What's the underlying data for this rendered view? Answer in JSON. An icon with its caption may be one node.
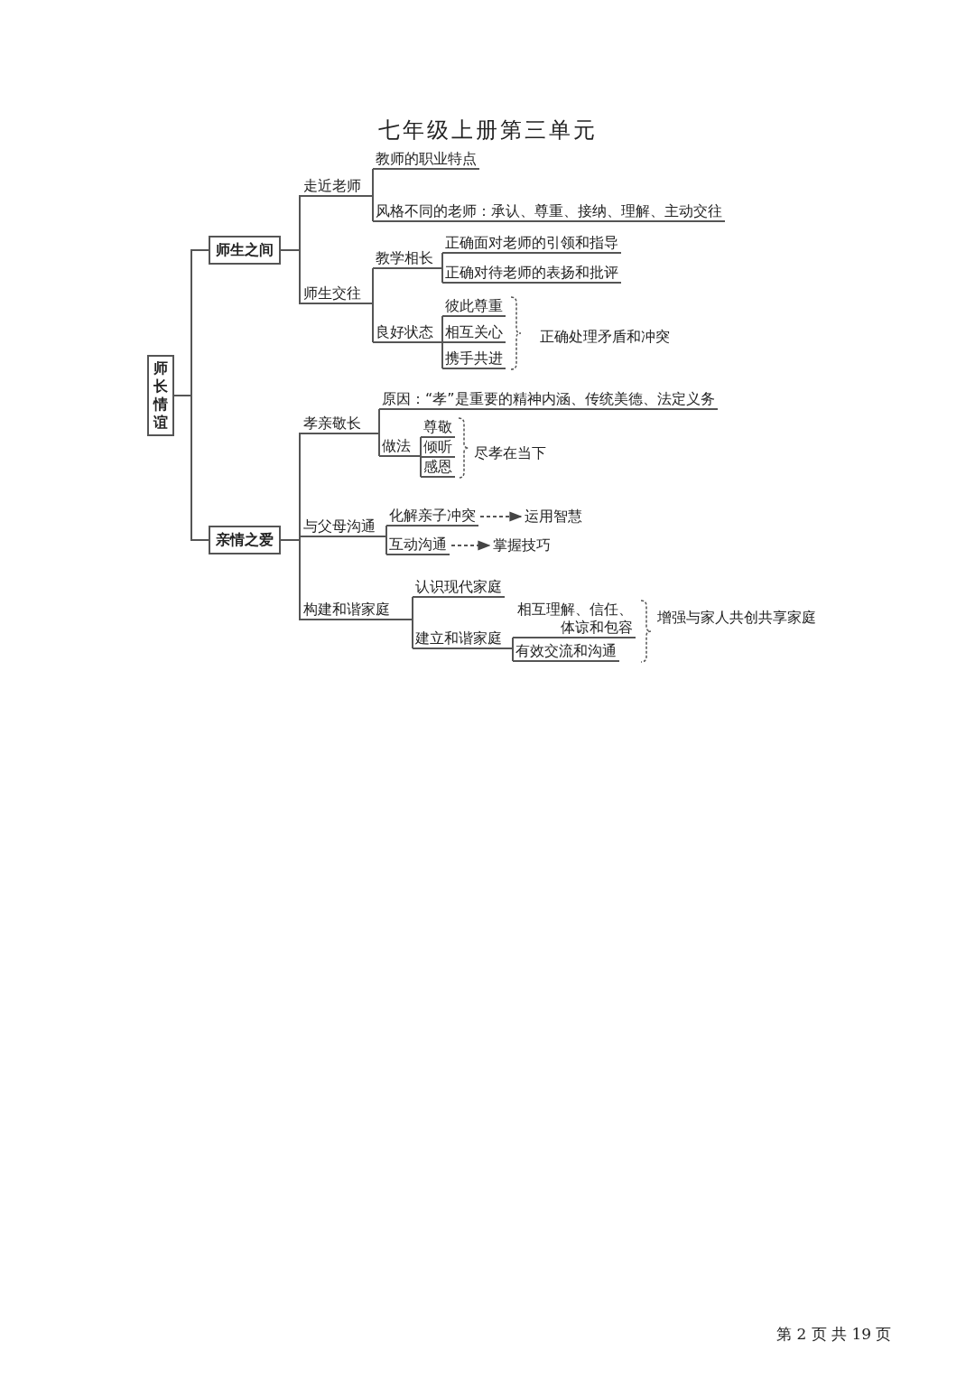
{
  "diagram": {
    "title": "七年级上册第三单元",
    "nodes": [
      {
        "text": [
          "师长情谊"
        ]
      },
      {
        "text": [
          "师生之间"
        ]
      },
      {
        "text": [
          "亲情之爱"
        ]
      },
      {
        "text": [
          "走近老师"
        ]
      },
      {
        "text": [
          "教师的职业特点"
        ]
      },
      {
        "text": [
          "风格不同的老师：承认、尊重、接纳、理解、主动交往"
        ]
      },
      {
        "text": [
          "师生交往"
        ]
      },
      {
        "text": [
          "教学相长"
        ]
      },
      {
        "text": [
          "正确面对老师的引领和指导"
        ]
      },
      {
        "text": [
          "正确对待老师的表扬和批评"
        ]
      },
      {
        "text": [
          "良好状态"
        ]
      },
      {
        "text": [
          "彼此尊重"
        ]
      },
      {
        "text": [
          "相互关心"
        ]
      },
      {
        "text": [
          "携手共进"
        ]
      },
      {
        "text": [
          "正确处理矛盾和冲突"
        ]
      },
      {
        "text": [
          "孝亲敬长"
        ]
      },
      {
        "text": [
          "原因：“孝”是重要的精神内涵、传统美德、法定义务"
        ]
      },
      {
        "text": [
          "做法"
        ]
      },
      {
        "text": [
          "尊敬"
        ]
      },
      {
        "text": [
          "倾听"
        ]
      },
      {
        "text": [
          "感恩"
        ]
      },
      {
        "text": [
          "尽孝在当下"
        ]
      },
      {
        "text": [
          "与父母沟通"
        ]
      },
      {
        "text": [
          "化解亲子冲突"
        ]
      },
      {
        "text": [
          "运用智慧"
        ]
      },
      {
        "text": [
          "互动沟通"
        ]
      },
      {
        "text": [
          "掌握技巧"
        ]
      },
      {
        "text": [
          "构建和谐家庭"
        ]
      },
      {
        "text": [
          "认识现代家庭"
        ]
      },
      {
        "text": [
          "建立和谐家庭"
        ]
      },
      {
        "text": [
          "相互理解、信任、体谅和包容"
        ]
      },
      {
        "text": [
          "有效交流和沟通"
        ]
      },
      {
        "text": [
          "增强与家人共创共享家庭"
        ]
      }
    ],
    "edges": [
      {
        "from": 0,
        "to": 1,
        "arrow": "none"
      },
      {
        "from": 0,
        "to": 2,
        "arrow": "none"
      },
      {
        "from": 1,
        "to": 3,
        "arrow": "none"
      },
      {
        "from": 1,
        "to": 6,
        "arrow": "none"
      },
      {
        "from": 3,
        "to": 4,
        "arrow": "none"
      },
      {
        "from": 3,
        "to": 5,
        "arrow": "none"
      },
      {
        "from": 6,
        "to": 7,
        "arrow": "none"
      },
      {
        "from": 6,
        "to": 10,
        "arrow": "none"
      },
      {
        "from": 7,
        "to": 8,
        "arrow": "none"
      },
      {
        "from": 7,
        "to": 9,
        "arrow": "none"
      },
      {
        "from": 10,
        "to": 11,
        "arrow": "none"
      },
      {
        "from": 10,
        "to": 12,
        "arrow": "none"
      },
      {
        "from": 10,
        "to": 13,
        "arrow": "none"
      },
      {
        "from": 2,
        "to": 15,
        "arrow": "none"
      },
      {
        "from": 2,
        "to": 22,
        "arrow": "none"
      },
      {
        "from": 2,
        "to": 27,
        "arrow": "none"
      },
      {
        "from": 15,
        "to": 16,
        "arrow": "none"
      },
      {
        "from": 15,
        "to": 17,
        "arrow": "none"
      },
      {
        "from": 17,
        "to": 18,
        "arrow": "none"
      },
      {
        "from": 17,
        "to": 19,
        "arrow": "none"
      },
      {
        "from": 17,
        "to": 20,
        "arrow": "none"
      },
      {
        "from": 22,
        "to": 23,
        "arrow": "none"
      },
      {
        "from": 22,
        "to": 25,
        "arrow": "none"
      },
      {
        "from": 23,
        "to": 24,
        "arrow": "to",
        "style": "dashed"
      },
      {
        "from": 25,
        "to": 26,
        "arrow": "to",
        "style": "dashed"
      },
      {
        "from": 27,
        "to": 28,
        "arrow": "none"
      },
      {
        "from": 27,
        "to": 29,
        "arrow": "none"
      },
      {
        "from": 29,
        "to": 30,
        "arrow": "none"
      },
      {
        "from": 29,
        "to": 31,
        "arrow": "none"
      }
    ],
    "labels": [
      "第 2 页 共 19 页"
    ]
  }
}
